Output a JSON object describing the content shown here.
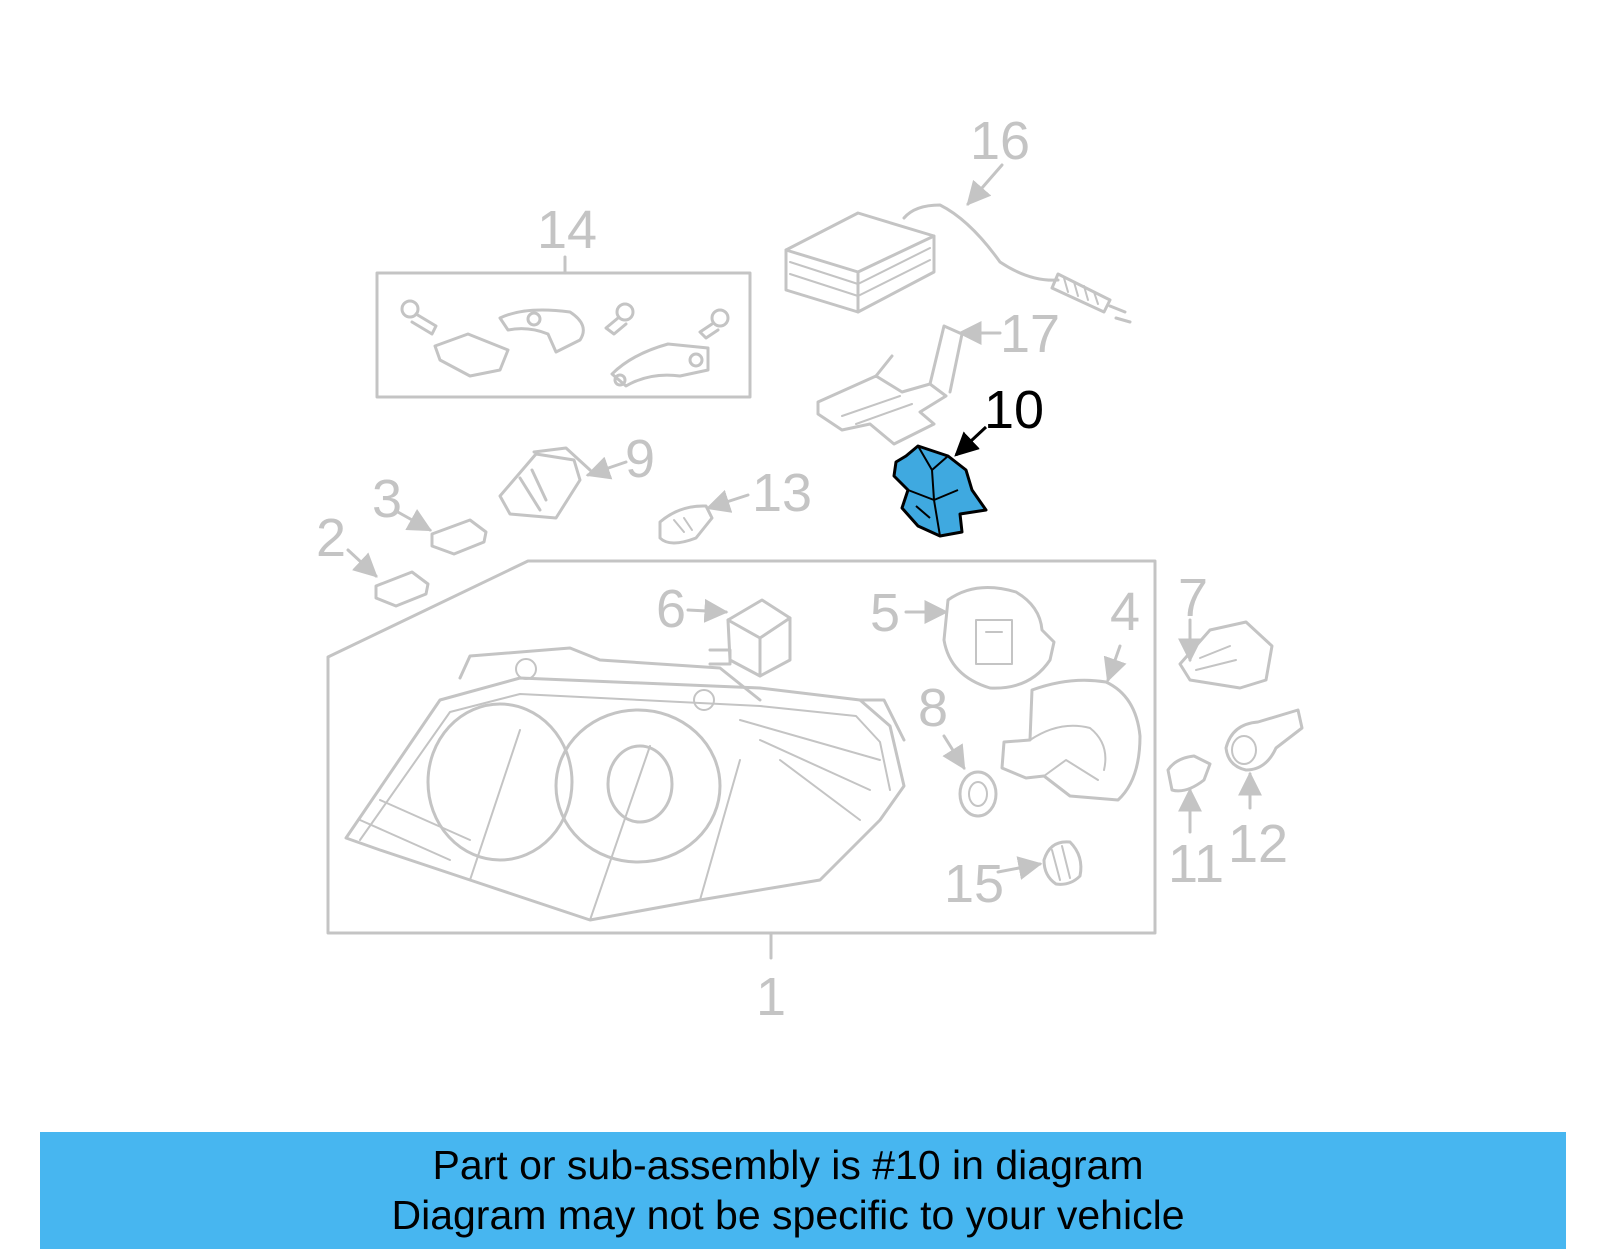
{
  "callouts": {
    "c1": "1",
    "c2": "2",
    "c3": "3",
    "c4": "4",
    "c5": "5",
    "c6": "6",
    "c7": "7",
    "c8": "8",
    "c9": "9",
    "c10": "10",
    "c11": "11",
    "c12": "12",
    "c13": "13",
    "c14": "14",
    "c15": "15",
    "c16": "16",
    "c17": "17"
  },
  "highlighted_part": "10",
  "colors": {
    "highlight": "#3fa9e0",
    "banner": "#47b6f0",
    "line": "#c4c4c4"
  },
  "banner": {
    "line1": "Part or sub-assembly is #10 in diagram",
    "line2": "Diagram may not be specific to your vehicle"
  }
}
